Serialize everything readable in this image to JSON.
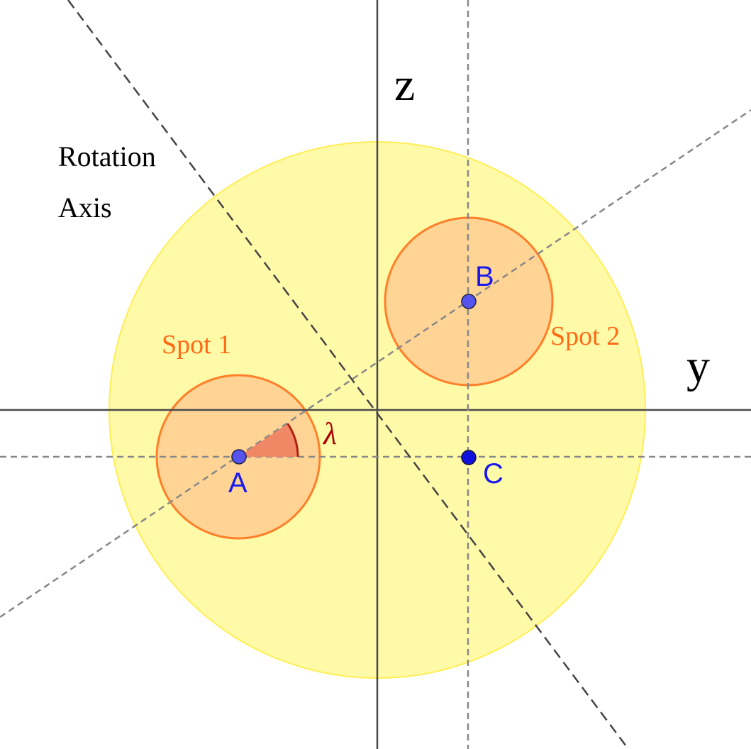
{
  "diagram": {
    "axes": {
      "horizontal_label": "y",
      "vertical_label": "z"
    },
    "rotation_axis_label": {
      "line1": "Rotation",
      "line2": "Axis"
    },
    "spots": [
      {
        "label": "Spot 1",
        "center_point": "A"
      },
      {
        "label": "Spot 2",
        "center_point": "B"
      }
    ],
    "points": {
      "a": "A",
      "b": "B",
      "c": "C"
    },
    "angle_label": "λ",
    "colors": {
      "disk_fill": "#fffaa8",
      "disk_stroke": "#ffee55",
      "spot_fill": "#ffd494",
      "spot_stroke": "#ff7f2a",
      "spot_text": "#ff6a16",
      "axis": "#4a4a4a",
      "dashed_guides": "#888888",
      "rotation_axis": "#444444",
      "point_fill": "#5555ee",
      "point_c_fill": "#1111dd",
      "point_label": "#1a1aee",
      "angle_fill": "#f08866",
      "angle_stroke": "#b02010",
      "lambda_text": "#aa0000"
    }
  }
}
